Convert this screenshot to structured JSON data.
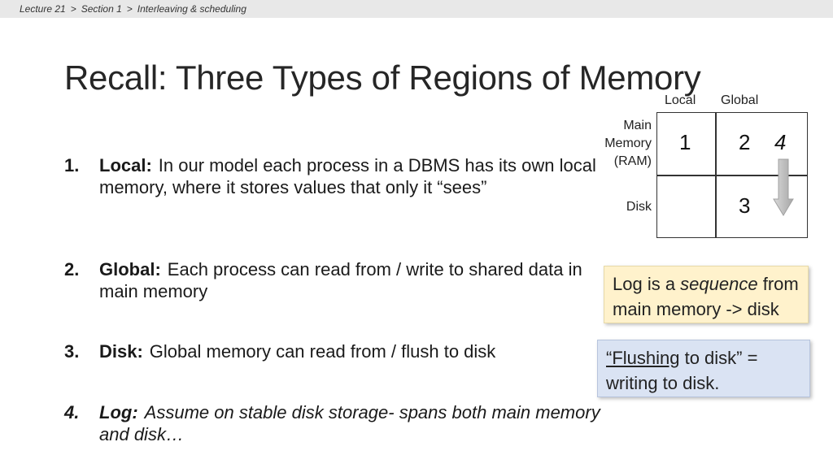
{
  "breadcrumb": {
    "items": [
      "Lecture 21",
      "Section 1",
      "Interleaving & scheduling"
    ],
    "separator": ">"
  },
  "title": "Recall: Three Types of Regions of Memory",
  "list": [
    {
      "num": "1.",
      "term": "Local:",
      "text": "In our model each process in a DBMS has its own local memory, where it stores values that only it “sees”"
    },
    {
      "num": "2.",
      "term": "Global:",
      "text": "Each process can read from / write to shared data in main memory"
    },
    {
      "num": "3.",
      "term": "Disk:",
      "text": "Global memory can read from / flush to disk"
    },
    {
      "num": "4.",
      "term": "Log:",
      "text": "Assume on stable disk storage- spans both main memory and disk…"
    }
  ],
  "diagram": {
    "col_headers": [
      "Local",
      "Global"
    ],
    "row_headers": [
      "Main Memory (RAM)",
      "Disk"
    ],
    "row1_lines": [
      "Main",
      "Memory",
      "(RAM)"
    ],
    "cells": {
      "main_local": "1",
      "main_global": "2",
      "log": "4",
      "disk_global": "3"
    },
    "arrow_color": "#bfbfbf"
  },
  "callouts": {
    "log_prefix": "Log is a ",
    "log_emph": "sequence",
    "log_suffix": " from main memory -> disk",
    "flush_term": "“Flushing",
    "flush_rest": " to disk” = writing to disk."
  },
  "colors": {
    "log_box": "#fff2cc",
    "flush_box": "#dae3f3",
    "topbar": "#e8e8e8"
  }
}
